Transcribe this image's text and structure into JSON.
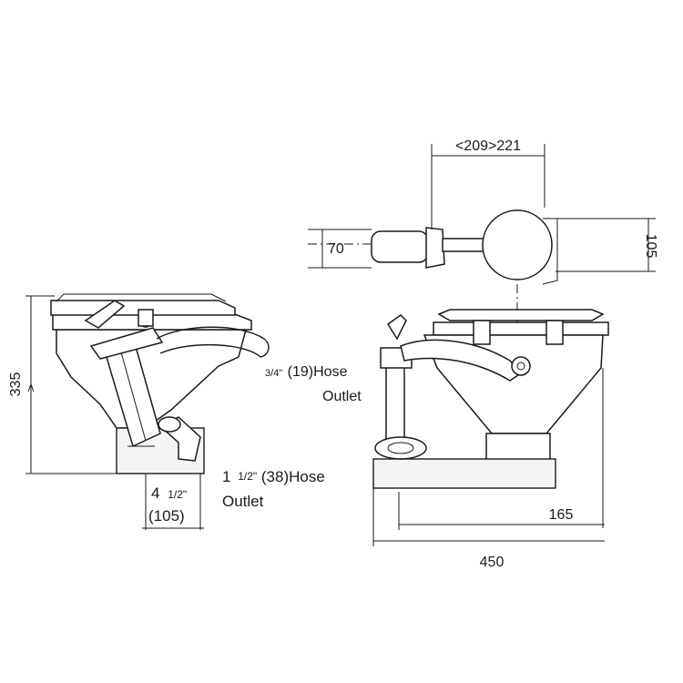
{
  "dimensions": {
    "height_side": "335",
    "base_offset_line1": "4",
    "base_offset_frac": "1/2\"",
    "base_offset_mm": "(105)",
    "outlet_large_prefix": "1",
    "outlet_large_frac": "1/2\"",
    "outlet_large_rest": "(38)Hose",
    "outlet_large_word": "Outlet",
    "outlet_small_frac": "3/4\"",
    "outlet_small_rest": "(19)Hose",
    "outlet_small_word": "Outlet",
    "top_width": "<209>221",
    "handle_width": "70",
    "top_depth": "105",
    "pump_offset": "165",
    "overall_length": "450"
  }
}
